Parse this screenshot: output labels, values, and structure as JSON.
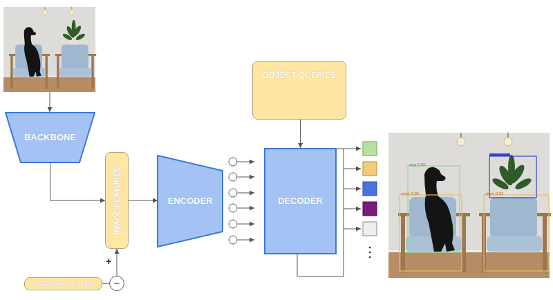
{
  "diagram": {
    "nodes": [
      {
        "text": [
          "BACKBONE"
        ]
      },
      {
        "text": [
          "IMAGE FEATURES"
        ]
      },
      {
        "text": [
          "ENCODER"
        ]
      },
      {
        "text": [
          "OBJECT QUERIES"
        ]
      },
      {
        "text": [
          "DECODER"
        ]
      },
      {
        "text": [
          "POSITIONAL ENCODING"
        ]
      },
      {
        "text": [
          "~"
        ]
      }
    ],
    "edges": [
      {
        "from": 0,
        "to": 1,
        "arrow": "to"
      },
      {
        "from": 1,
        "to": 2,
        "arrow": "to"
      },
      {
        "from": 3,
        "to": 4,
        "arrow": "to"
      },
      {
        "from": 5,
        "to": 6,
        "arrow": "none"
      },
      {
        "from": 6,
        "to": 1,
        "arrow": "to"
      }
    ],
    "labels": [
      "+",
      "dog 0.92",
      "chair 0.86",
      "chair 0.91"
    ]
  }
}
